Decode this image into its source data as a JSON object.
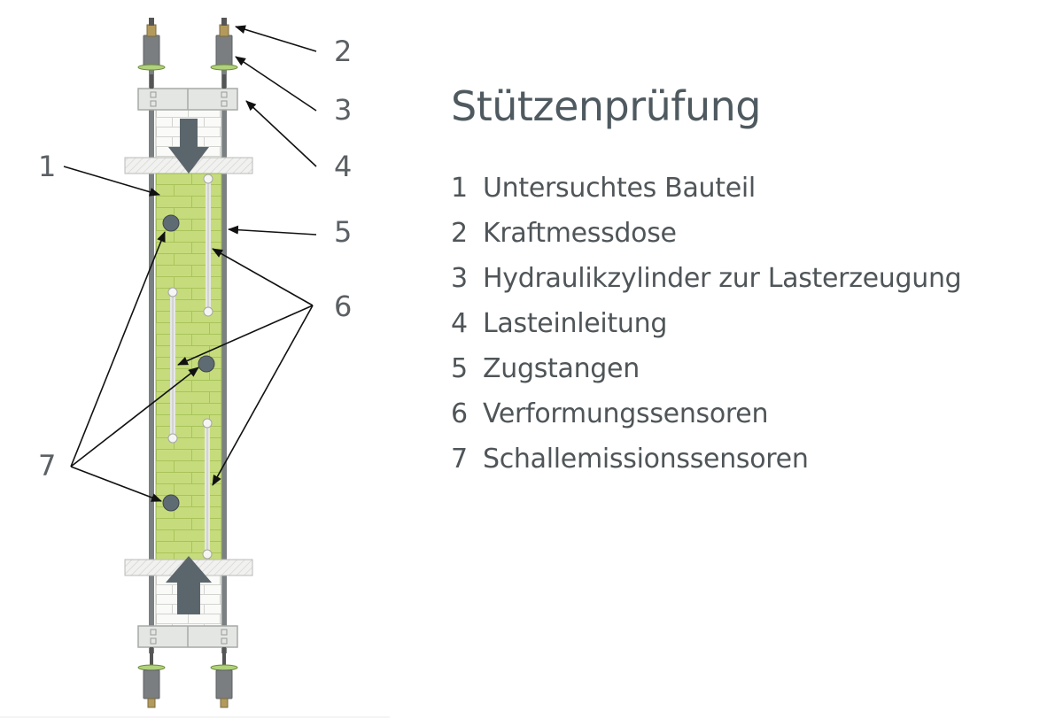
{
  "title": "Stützenprüfung",
  "legend": [
    {
      "num": "1",
      "label": "Untersuchtes Bauteil"
    },
    {
      "num": "2",
      "label": "Kraftmessdose"
    },
    {
      "num": "3",
      "label": "Hydraulikzylinder zur Lasterzeugung"
    },
    {
      "num": "4",
      "label": "Lasteinleitung"
    },
    {
      "num": "5",
      "label": "Zugstangen"
    },
    {
      "num": "6",
      "label": "Verformungssensoren"
    },
    {
      "num": "7",
      "label": "Schallemissionssensoren"
    }
  ],
  "callouts": [
    "1",
    "2",
    "3",
    "4",
    "5",
    "6",
    "7"
  ],
  "colors": {
    "specimen": "#c6dc7c",
    "specimen_mortar": "#a9c35a",
    "load_arrow": "#5b666c",
    "steel": "#7b8082",
    "plate": "#e4e6e3",
    "cell_ring": "#b0d27a",
    "sensor": "#5f6b73",
    "text": "#4f5558"
  }
}
